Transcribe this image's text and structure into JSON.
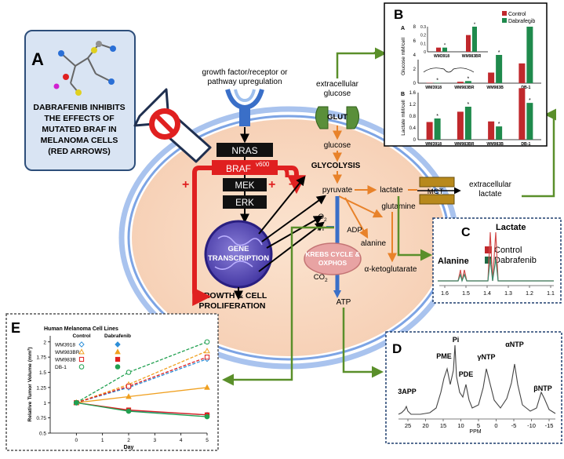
{
  "panelA": {
    "letter": "A",
    "lines": [
      "DABRAFENIB INHIBITS",
      "THE EFFECTS OF",
      "MUTATED BRAF IN",
      "MELANOMA CELLS",
      "(RED ARROWS)"
    ]
  },
  "pathway": {
    "upregulation": [
      "growth factor/receptor or",
      "pathway upregulation"
    ],
    "nras": "NRAS",
    "braf": "BRAF",
    "braf_sup": "v600",
    "mek": "MEK",
    "erk": "ERK",
    "gene": [
      "GENE",
      "TRANSCRIPTION"
    ],
    "growth": [
      "GROWTH & CELL",
      "PROLIFERATION"
    ],
    "plus1": "+",
    "plus2": "+",
    "minus": "−"
  },
  "metabolism": {
    "extracellular_glucose": [
      "extracellular",
      "glucose"
    ],
    "glut": "GLUT",
    "glucose": "glucose",
    "glycolysis": "GLYCOLYSIS",
    "pyruvate": "pyruvate",
    "lactate": "lactate",
    "mct": "MCT",
    "extracellular_lactate": [
      "extracellular",
      "lactate"
    ],
    "glutamine": "glutamine",
    "alanine": "alanine",
    "akg": "α-ketoglutarate",
    "o2": "O",
    "o2_sub": "2",
    "pi": "Pi",
    "adp": "ADP",
    "krebs": [
      "KREBS CYCLE &",
      "OXPHOS"
    ],
    "co2": "CO",
    "co2_sub": "2",
    "atp": "ATP"
  },
  "panelB": {
    "letter": "B",
    "legend": [
      "Control",
      "Dabrafenib"
    ],
    "subA": "A",
    "subB": "B",
    "ylabelA": "Glucose mM/cell",
    "ylabelB": "Lactate mM/cell",
    "categories": [
      "WM3918",
      "WM983BR",
      "WM983B",
      "DB-1"
    ],
    "glucose": {
      "control": [
        0.05,
        0.2,
        1.5,
        2.8
      ],
      "dabrafenib": [
        0.05,
        0.3,
        4.0,
        8.0
      ],
      "ticks": [
        "8",
        "6",
        "4",
        "2",
        "0"
      ],
      "inset_ticks": [
        "0.3",
        "0.2",
        "0.1",
        "0"
      ]
    },
    "lactate": {
      "control": [
        0.6,
        0.95,
        0.62,
        1.75
      ],
      "dabrafenib": [
        0.72,
        1.12,
        0.45,
        1.25
      ],
      "ticks": [
        "1.6",
        "1.2",
        "0.8",
        "0.4",
        "0"
      ]
    },
    "star": "*"
  },
  "panelC": {
    "letter": "C",
    "lactate": "Lactate",
    "alanine": "Alanine",
    "legend": [
      "Control",
      "Dabrafenib"
    ],
    "ticks": [
      "1.6",
      "1.5",
      "1.4",
      "1.3",
      "1.2",
      "1.1"
    ]
  },
  "panelD": {
    "letter": "D",
    "peaks": [
      "3APP",
      "PME",
      "Pi",
      "PDE",
      "γNTP",
      "αNTP",
      "βNTP"
    ],
    "ticks": [
      "25",
      "20",
      "15",
      "10",
      "5",
      "0",
      "-5",
      "-10",
      "-15"
    ],
    "xlabel": "PPM"
  },
  "panelE": {
    "letter": "E",
    "title": "Human Melanoma Cell Lines",
    "col_control": "Control",
    "col_dabrafenib": "Dabrafenib",
    "lines": [
      "WM3918",
      "WM983BR",
      "WM983B",
      "DB-1"
    ],
    "colors": [
      "#2e8fd8",
      "#f0a020",
      "#e02020",
      "#20a050"
    ],
    "ylabel": "Relative Tumor Volume (mm³)",
    "xlabel": "Day",
    "yticks": [
      "2",
      "1.75",
      "1.5",
      "1.25",
      "1",
      "0.75",
      "0.5"
    ],
    "xticks": [
      "0",
      "1",
      "2",
      "3",
      "4",
      "5"
    ]
  },
  "chart_data": {
    "type": "line",
    "title": "Human Melanoma Cell Lines",
    "xlabel": "Day",
    "ylabel": "Relative Tumor Volume (mm³)",
    "x": [
      0,
      2,
      5
    ],
    "xlim": [
      -1,
      5
    ],
    "ylim": [
      0.5,
      2.1
    ],
    "series": [
      {
        "name": "WM3918 Control",
        "values": [
          1,
          1.25,
          1.72
        ],
        "color": "#2e8fd8",
        "dash": true,
        "marker": "open-diamond"
      },
      {
        "name": "WM3918 Dabrafenib",
        "values": [
          1,
          0.87,
          0.8
        ],
        "color": "#2e8fd8",
        "dash": false,
        "marker": "diamond"
      },
      {
        "name": "WM983BR Control",
        "values": [
          1,
          1.3,
          1.85
        ],
        "color": "#f0a020",
        "dash": true,
        "marker": "open-triangle"
      },
      {
        "name": "WM983BR Dabrafenib",
        "values": [
          1,
          1.1,
          1.25
        ],
        "color": "#f0a020",
        "dash": false,
        "marker": "triangle"
      },
      {
        "name": "WM983B Control",
        "values": [
          1,
          1.27,
          1.75
        ],
        "color": "#e02020",
        "dash": true,
        "marker": "open-square"
      },
      {
        "name": "WM983B Dabrafenib",
        "values": [
          1,
          0.88,
          0.8
        ],
        "color": "#e02020",
        "dash": false,
        "marker": "square"
      },
      {
        "name": "DB-1 Control",
        "values": [
          1,
          1.5,
          2.0
        ],
        "color": "#20a050",
        "dash": true,
        "marker": "open-circle"
      },
      {
        "name": "DB-1 Dabrafenib",
        "values": [
          1,
          0.86,
          0.77
        ],
        "color": "#20a050",
        "dash": false,
        "marker": "circle"
      }
    ]
  }
}
